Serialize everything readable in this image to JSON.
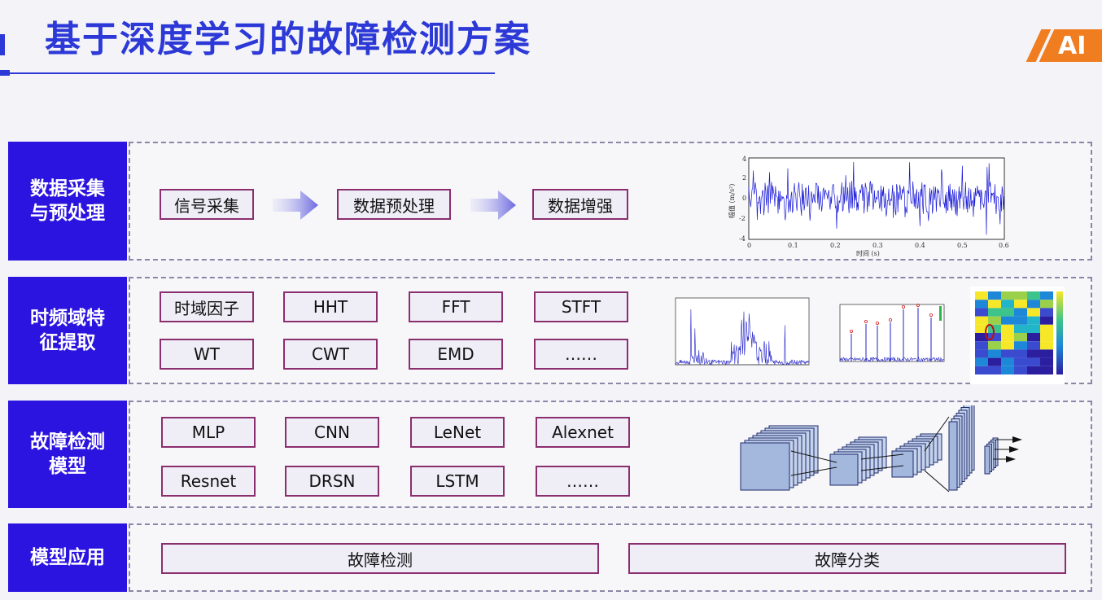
{
  "title": "基于深度学习的故障检测方案",
  "logo_text": "AI",
  "rows": [
    {
      "label": "数据采集\n与预处理",
      "items": [
        "信号采集",
        "数据预处理",
        "数据增强"
      ],
      "figure": {
        "ylabel": "幅值 (m/s²)",
        "xlabel": "时间 (s)",
        "xticks": [
          "0",
          "0.1",
          "0.2",
          "0.3",
          "0.4",
          "0.5",
          "0.6"
        ],
        "yticks": [
          "4",
          "2",
          "0",
          "-2",
          "-4"
        ]
      }
    },
    {
      "label": "时频域特\n征提取",
      "items": [
        "时域因子",
        "HHT",
        "FFT",
        "STFT",
        "WT",
        "CWT",
        "EMD",
        "……"
      ]
    },
    {
      "label": "故障检测\n模型",
      "items": [
        "MLP",
        "CNN",
        "LeNet",
        "Alexnet",
        "Resnet",
        "DRSN",
        "LSTM",
        "……"
      ]
    },
    {
      "label": "模型应用",
      "items": [
        "故障检测",
        "故障分类"
      ]
    }
  ],
  "colors": {
    "accent": "#2c39d6",
    "label_bg": "#2c14e0",
    "box_border": "#8a2e6e",
    "logo": "#f07d20"
  }
}
